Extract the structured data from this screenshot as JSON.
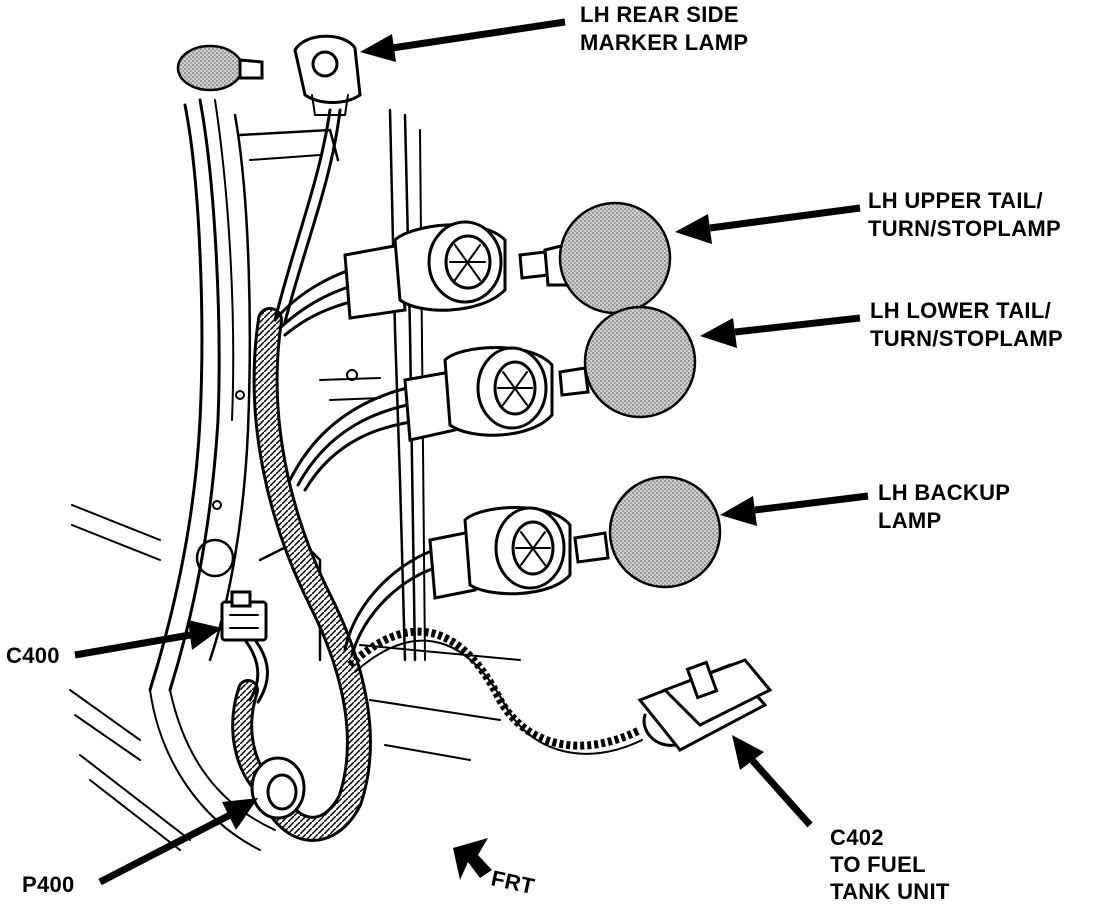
{
  "labels": {
    "rear_marker_line1": "LH REAR SIDE",
    "rear_marker_line2": "MARKER LAMP",
    "upper_tail_line1": "LH UPPER TAIL/",
    "upper_tail_line2": "TURN/STOPLAMP",
    "lower_tail_line1": "LH LOWER TAIL/",
    "lower_tail_line2": "TURN/STOPLAMP",
    "backup_line1": "LH BACKUP",
    "backup_line2": "LAMP",
    "c400": "C400",
    "p400": "P400",
    "c402_line1": "C402",
    "c402_line2": "TO FUEL",
    "c402_line3": "TANK UNIT",
    "front": "FRT"
  }
}
